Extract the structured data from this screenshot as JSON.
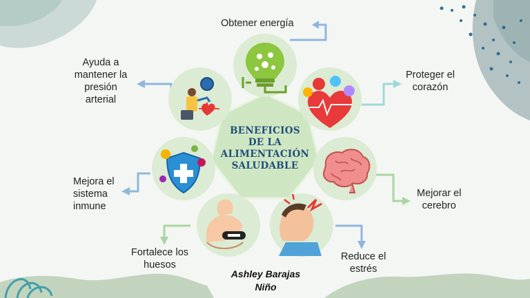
{
  "center": {
    "line1": "BENEFICIOS",
    "line2": "DE LA",
    "line3": "ALIMENTACIÓN",
    "line4": "SALUDABLE"
  },
  "benefits": {
    "energy": "Obtener energía",
    "heart_l1": "Proteger el",
    "heart_l2": "corazón",
    "brain_l1": "Mejorar el",
    "brain_l2": "cerebro",
    "stress_l1": "Reduce el",
    "stress_l2": "estrés",
    "bones_l1": "Fortalece los",
    "bones_l2": "huesos",
    "immune_l1": "Mejora el",
    "immune_l2": "sistema",
    "immune_l3": "inmune",
    "pressure_l1": "Ayuda a",
    "pressure_l2": "mantener la",
    "pressure_l3": "presión",
    "pressure_l4": "arterial"
  },
  "author": {
    "line1": "Ashley Barajas",
    "line2": "Niño"
  },
  "colors": {
    "center_fill": "#cfe6c2",
    "ring_fill": "#dcebd3",
    "arrow_blue": "#8fb7dd",
    "arrow_green": "#a9d6a0",
    "arrow_teal": "#9fd8d8",
    "title": "#1f4e7a",
    "accent_dots": "#3b7ea4"
  },
  "icons": [
    "lightbulb-icon",
    "heart-health-icon",
    "brain-icon",
    "stress-headache-icon",
    "strong-arm-icon",
    "immune-shield-icon",
    "blood-pressure-icon"
  ]
}
